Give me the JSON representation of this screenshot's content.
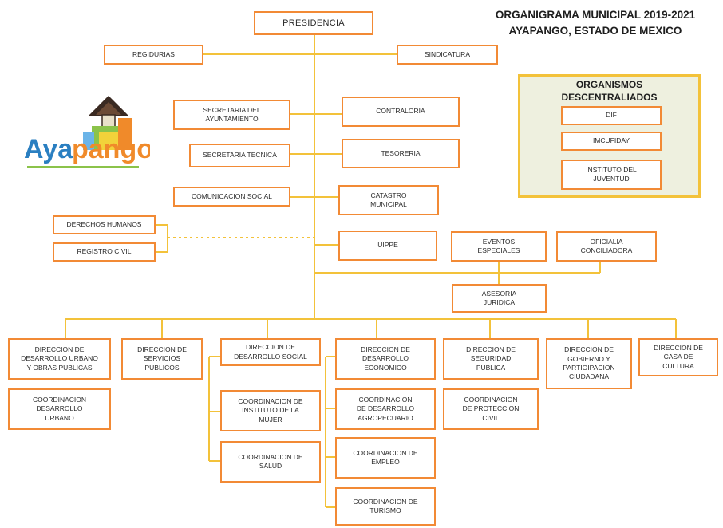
{
  "title": "ORGANIGRAMA MUNICIPAL 2019-2021\nAYAPANGO, ESTADO DE MEXICO",
  "logo": {
    "text": "Ayapango",
    "icon": "municipal-logo"
  },
  "colors": {
    "border": "#f28a35",
    "line": "#f3c23a",
    "panel_border": "#f3c23a",
    "panel_fill": "#eef0df"
  },
  "boxes": {
    "presidencia": "PRESIDENCIA",
    "regidurias": "REGIDURIAS",
    "sindicatura": "SINDICATURA",
    "secretaria_ayuntamiento": "SECRETARIA DEL\nAYUNTAMIENTO",
    "contraloria": "CONTRALORIA",
    "secretaria_tecnica": "SECRETARIA TECNICA",
    "tesoreria": "TESORERIA",
    "comunicacion_social": "COMUNICACION SOCIAL",
    "catastro": "CATASTRO\nMUNICIPAL",
    "derechos_humanos": "DERECHOS HUMANOS",
    "registro_civil": "REGISTRO CIVIL",
    "uippe": "UIPPE",
    "eventos": "EVENTOS\nESPECIALES",
    "oficialia": "OFICIALIA\nCONCILIADORA",
    "asesoria": "ASESORIA\nJURIDICA",
    "dir_urbano": "DIRECCION DE\nDESARROLLO URBANO\nY OBRAS PUBLICAS",
    "dir_servicios": "DIRECCION DE\nSERVICIOS\nPUBLICOS",
    "dir_social": "DIRECCION DE\nDESARROLLO SOCIAL",
    "dir_economico": "DIRECCION DE\nDESARROLLO\nECONOMICO",
    "dir_seguridad": "DIRECCION DE\nSEGURIDAD\nPUBLICA",
    "dir_gobierno": "DIRECCION DE\nGOBIERNO Y\nPARTIOIPACION\nCIUDADANA",
    "dir_cultura": "DIRECCION DE\nCASA DE\nCULTURA",
    "coord_urbano": "COORDINACION\nDESARROLLO\nURBANO",
    "coord_mujer": "COORDINACION DE\nINSTITUTO DE LA\nMUJER",
    "coord_salud": "COORDINACION DE\nSALUD",
    "coord_agro": "COORDINACION\nDE DESARROLLO\nAGROPECUARIO",
    "coord_empleo": "COORDINACION DE\nEMPLEO",
    "coord_turismo": "COORDINACION DE\nTURISMO",
    "coord_proteccion": "COORDINACION\nDE PROTECCION\nCIVIL"
  },
  "organismos": {
    "title": "ORGANISMOS\nDESCENTRALIADOS",
    "dif": "DIF",
    "imcufiday": "IMCUFIDAY",
    "juventud": "INSTITUTO DEL\nJUVENTUD"
  }
}
